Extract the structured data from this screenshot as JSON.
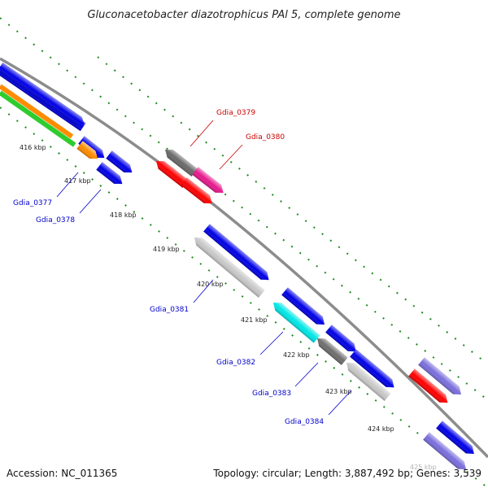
{
  "title": "Gluconacetobacter diazotrophicus PAl 5, complete genome",
  "accession": "Accession: NC_011365",
  "topology": "Topology: circular; Length: 3,887,492 bp; Genes: 3,539",
  "colors": {
    "backbone": "#8c8c8c",
    "tick": "#1f8a1f",
    "forward_label": "#0000cc",
    "reverse_label": "#cc0000"
  },
  "ticks": [
    "416 kbp",
    "417 kbp",
    "418 kbp",
    "419 kbp",
    "420 kbp",
    "421 kbp",
    "422 kbp",
    "423 kbp",
    "424 kbp",
    "425 kbp"
  ],
  "genes": {
    "reverse": [
      {
        "name": "Gdia_0379",
        "color": "#696969"
      },
      {
        "name": "Gdia_0380",
        "color": "#e6198c"
      }
    ],
    "forward": [
      {
        "name": "Gdia_0377",
        "color": "#ff8c00"
      },
      {
        "name": "Gdia_0378",
        "color": "#0000e6"
      },
      {
        "name": "Gdia_0381",
        "color": "#c8c8c8"
      },
      {
        "name": "Gdia_0382",
        "color": "#00e6e6"
      },
      {
        "name": "Gdia_0383",
        "color": "#6e6e6e"
      },
      {
        "name": "Gdia_0384",
        "color": "#c8c8c8"
      }
    ]
  }
}
